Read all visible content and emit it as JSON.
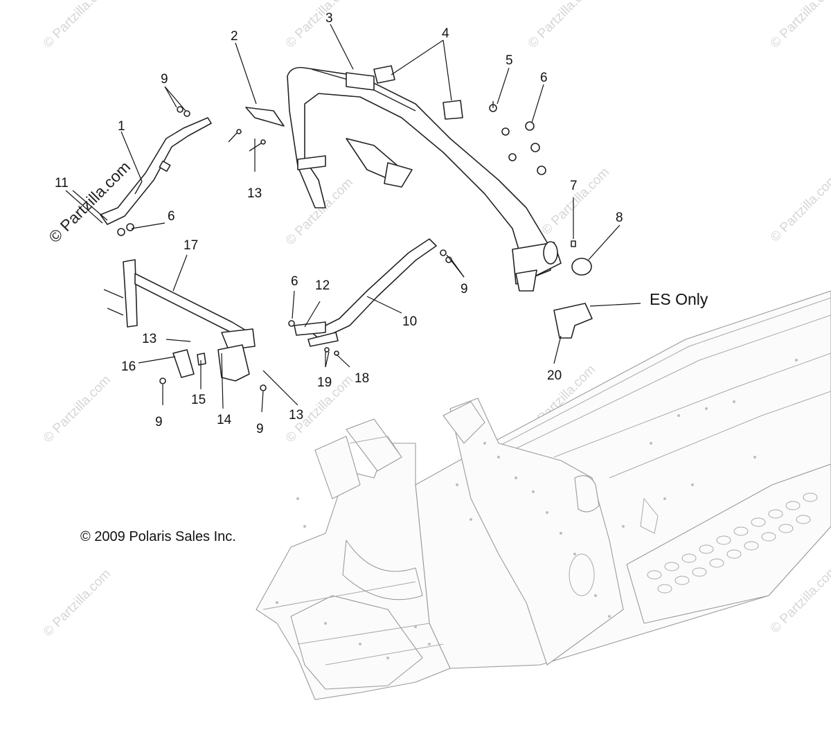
{
  "watermark": {
    "text": "© Partzilla.com"
  },
  "callouts": [
    {
      "id": "1",
      "label": "1"
    },
    {
      "id": "2",
      "label": "2"
    },
    {
      "id": "3",
      "label": "3"
    },
    {
      "id": "4",
      "label": "4"
    },
    {
      "id": "5",
      "label": "5"
    },
    {
      "id": "6a",
      "label": "6"
    },
    {
      "id": "6b",
      "label": "6"
    },
    {
      "id": "6c",
      "label": "6"
    },
    {
      "id": "7",
      "label": "7"
    },
    {
      "id": "8",
      "label": "8"
    },
    {
      "id": "9a",
      "label": "9"
    },
    {
      "id": "9b",
      "label": "9"
    },
    {
      "id": "9c",
      "label": "9"
    },
    {
      "id": "9d",
      "label": "9"
    },
    {
      "id": "10",
      "label": "10"
    },
    {
      "id": "11",
      "label": "11"
    },
    {
      "id": "12",
      "label": "12"
    },
    {
      "id": "13a",
      "label": "13"
    },
    {
      "id": "13b",
      "label": "13"
    },
    {
      "id": "13c",
      "label": "13"
    },
    {
      "id": "14",
      "label": "14"
    },
    {
      "id": "15",
      "label": "15"
    },
    {
      "id": "16",
      "label": "16"
    },
    {
      "id": "17",
      "label": "17"
    },
    {
      "id": "18",
      "label": "18"
    },
    {
      "id": "19",
      "label": "19"
    },
    {
      "id": "20",
      "label": "20"
    }
  ],
  "notes": {
    "es_only": "ES Only",
    "copyright": "© 2009 Polaris Sales Inc."
  }
}
